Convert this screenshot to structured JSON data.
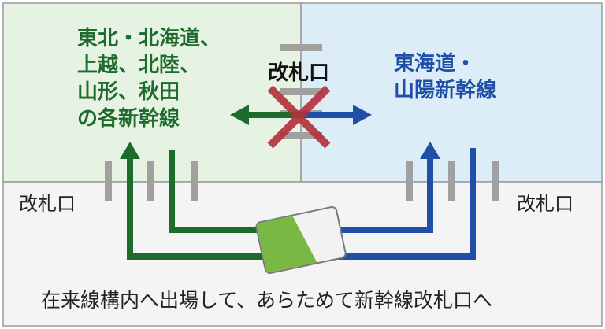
{
  "zones": {
    "tohoku": {
      "lines": [
        "東北・北海道、",
        "上越、北陸、",
        "山形、秋田",
        "の各新幹線"
      ],
      "color": "#1e6b2e",
      "background": "#e6f2e2"
    },
    "tokaido": {
      "lines": [
        "東海道・",
        "山陽新幹線"
      ],
      "color": "#1f4fa8",
      "background": "#dcedf8"
    },
    "conventional": {
      "background": "#f4f4f4"
    }
  },
  "gates": {
    "center": "改札口",
    "left": "改札口",
    "right": "改札口"
  },
  "caption": "在来線構内へ出場して、あらためて新幹線改札口へ",
  "colors": {
    "green_arrow": "#1e6b2e",
    "blue_arrow": "#1f4fa8",
    "prohibited_cross": "#b5303a",
    "gate_post": "#a0a0a0",
    "ic_card_green": "#7ab844"
  },
  "icons": [
    "gate-post-icon",
    "cross-prohibited-icon",
    "ic-card-icon",
    "arrow-icon"
  ]
}
